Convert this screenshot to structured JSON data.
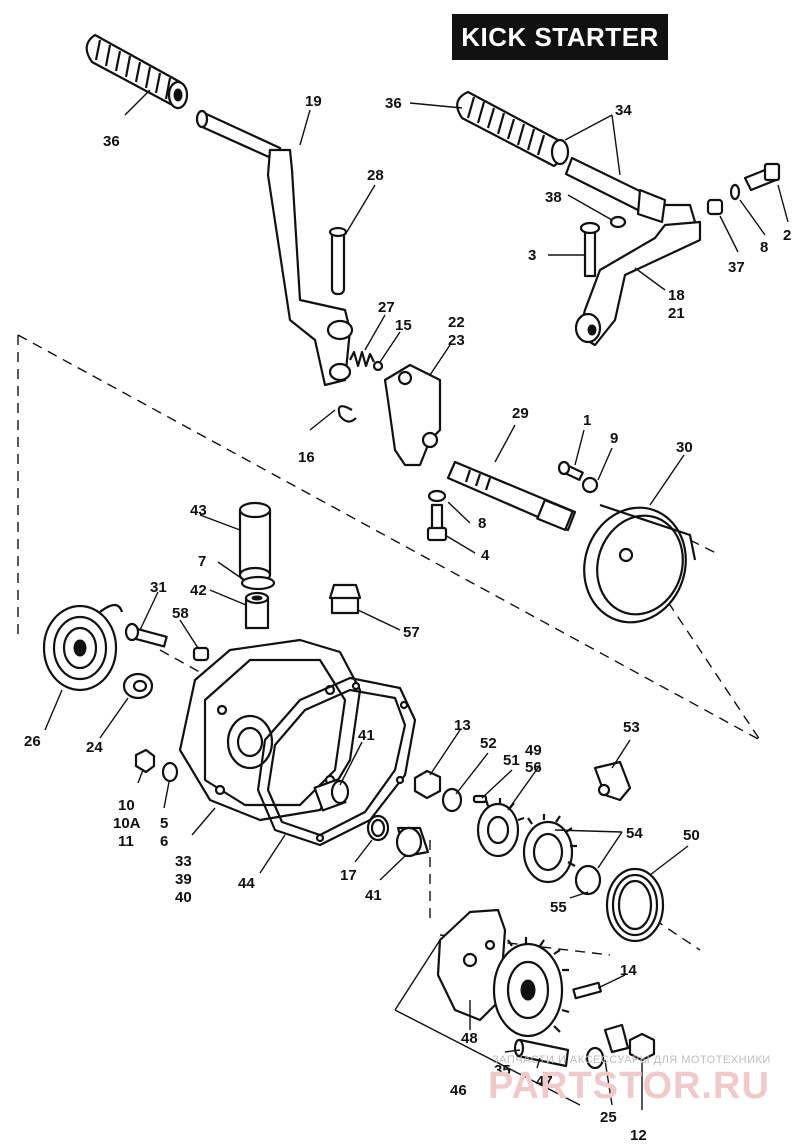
{
  "title": "KICK STARTER",
  "labels": {
    "l36a": "36",
    "l19": "19",
    "l28": "28",
    "l36b": "36",
    "l34": "34",
    "l38": "38",
    "l2": "2",
    "l3": "3",
    "l37": "37",
    "l8a": "8",
    "l18": "18",
    "l21": "21",
    "l27": "27",
    "l15": "15",
    "l22": "22",
    "l23": "23",
    "l16": "16",
    "l29": "29",
    "l1": "1",
    "l9": "9",
    "l30": "30",
    "l8b": "8",
    "l4": "4",
    "l43": "43",
    "l7": "7",
    "l42": "42",
    "l31": "31",
    "l58": "58",
    "l57": "57",
    "l26": "26",
    "l24": "24",
    "l41a": "41",
    "l13": "13",
    "l52": "52",
    "l51": "51",
    "l49": "49",
    "l56": "56",
    "l53": "53",
    "l10": "10",
    "l10a": "10A",
    "l11": "11",
    "l5": "5",
    "l6": "6",
    "l33": "33",
    "l39": "39",
    "l40": "40",
    "l44": "44",
    "l17": "17",
    "l41b": "41",
    "l54": "54",
    "l50": "50",
    "l55": "55",
    "l14": "14",
    "l48": "48",
    "l35": "35",
    "l47": "47",
    "l46": "46",
    "l25": "25",
    "l12": "12"
  },
  "watermark": {
    "caption": "ЗАПЧАСТИ И АКСЕССУАРЫ ДЛЯ МОТОТЕХНИКИ",
    "brand": "PARTSTOR.RU"
  }
}
